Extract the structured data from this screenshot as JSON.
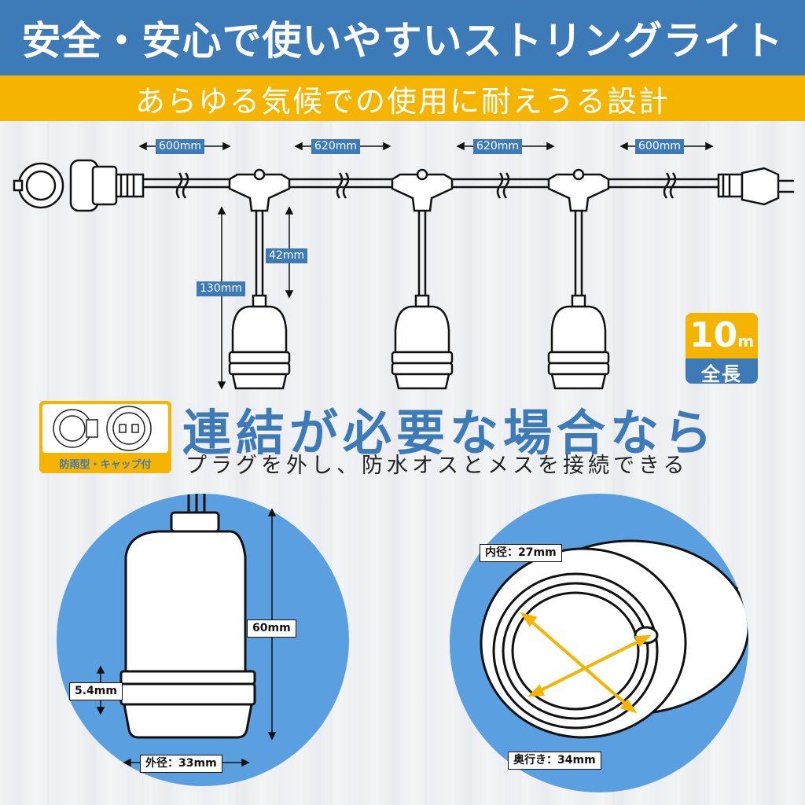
{
  "header": {
    "title": "安全・安心で使いやすいストリングライト",
    "subtitle": "あらゆる気候での使用に耐えうる設計"
  },
  "dimensions": {
    "spacing_1": "600mm",
    "spacing_2": "620mm",
    "spacing_3": "620mm",
    "spacing_4": "600mm",
    "drop_length": "130mm",
    "cord_length": "42mm"
  },
  "total_length": {
    "value": "10",
    "unit": "m",
    "label": "全長"
  },
  "connection": {
    "heading": "連結が必要な場合なら",
    "description": "プラグを外し、防水オスとメスを接続できる",
    "card_label": "防雨型・キャップ付"
  },
  "socket_side": {
    "height": "60mm",
    "ring_height": "5.4mm",
    "outer_diameter": "外径：33mm"
  },
  "socket_front": {
    "inner_diameter": "内径：27mm",
    "depth": "奥行き：34mm"
  },
  "colors": {
    "blue": "#3d7ab8",
    "yellow": "#f5b400",
    "light_blue": "#5aa0e0"
  }
}
